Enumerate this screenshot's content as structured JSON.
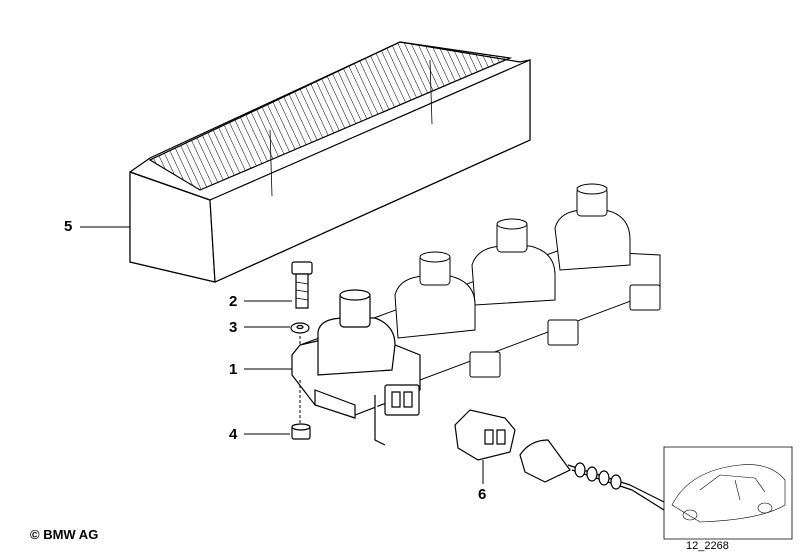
{
  "callouts": [
    {
      "id": "1",
      "label": "1"
    },
    {
      "id": "2",
      "label": "2"
    },
    {
      "id": "3",
      "label": "3"
    },
    {
      "id": "4",
      "label": "4"
    },
    {
      "id": "5",
      "label": "5"
    },
    {
      "id": "6",
      "label": "6"
    }
  ],
  "copyright": "© BMW AG",
  "reference_code": "12_2268",
  "colors": {
    "line": "#000000",
    "fill": "#ffffff",
    "shade": "#d9d9d9"
  }
}
